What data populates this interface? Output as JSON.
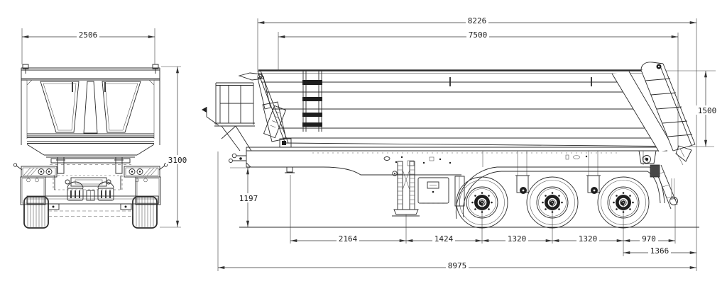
{
  "colors": {
    "line_color": "#2b2b2b",
    "dim_color": "#333333",
    "background": "#ffffff"
  },
  "rear_view": {
    "width_mm": "2506",
    "height_mm": "3100"
  },
  "side_view": {
    "body_top_length_mm": "8226",
    "body_length_mm": "7500",
    "tailgate_height_mm": "1500",
    "frame_height_mm": "1197",
    "kingpin_to_landing_gear_mm": "2164",
    "landing_gear_to_axle1_mm": "1424",
    "axle1_to_axle2_mm": "1320",
    "axle2_to_axle3_mm": "1320",
    "axle3_to_bumper_mm": "970",
    "axle3_to_rear_mm": "1366",
    "overall_length_mm": "8975"
  }
}
